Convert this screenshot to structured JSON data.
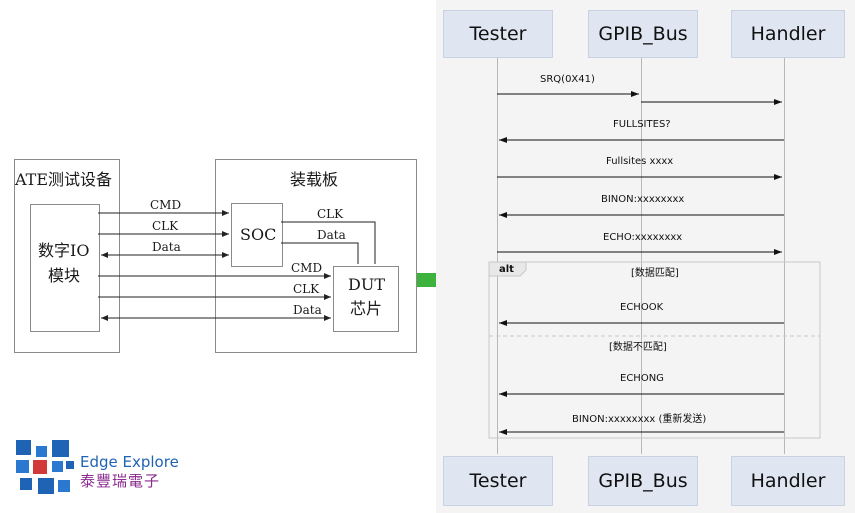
{
  "left_diagram": {
    "ate_title": "ATE测试设备",
    "digital_io_line1": "数字IO",
    "digital_io_line2": "模块",
    "board_title": "装载板",
    "soc": "SOC",
    "dut_line1": "DUT",
    "dut_line2": "芯片",
    "signals_ate_soc": [
      "CMD",
      "CLK",
      "Data"
    ],
    "signals_soc_dut": [
      "CLK",
      "Data"
    ],
    "signals_ate_dut": [
      "CMD",
      "CLK",
      "Data"
    ]
  },
  "sequence": {
    "actors": [
      "Tester",
      "GPIB_Bus",
      "Handler"
    ],
    "messages": [
      "SRQ(0X41)",
      "FULLSITES?",
      "Fullsites xxxx",
      "BINON:xxxxxxxx",
      "ECHO:xxxxxxxx",
      "ECHOOK",
      "ECHONG",
      "BINON:xxxxxxxx (重新发送)"
    ],
    "alt_label": "alt",
    "guard_match": "[数据匹配]",
    "guard_mismatch": "[数据不匹配]"
  },
  "logo": {
    "name_en": "Edge Explore",
    "name_zh": "泰豐瑞電子",
    "colors": {
      "blue": "#1f63b5",
      "red": "#d23a3a",
      "purple": "#8b2a8f"
    }
  },
  "arrow_color": "#3db33d"
}
